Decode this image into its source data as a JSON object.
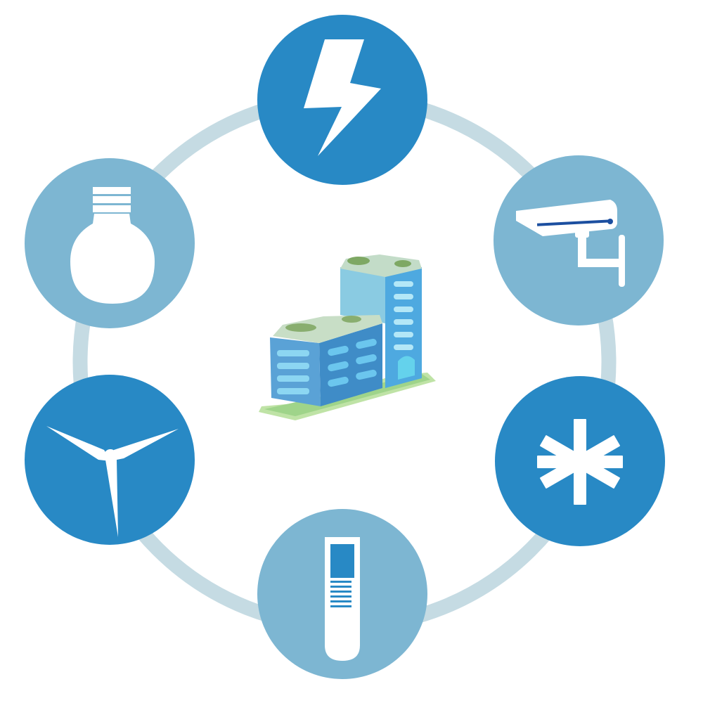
{
  "diagram": {
    "center": {
      "icon": "office-building-icon"
    },
    "nodes": [
      {
        "id": "electricity",
        "icon": "lightning-bolt-icon",
        "color": "#2889C5"
      },
      {
        "id": "security",
        "icon": "security-camera-icon",
        "color": "#7DB6D2"
      },
      {
        "id": "cooling",
        "icon": "snowflake-asterisk-icon",
        "color": "#2889C5"
      },
      {
        "id": "water",
        "icon": "test-tube-icon",
        "color": "#7DB6D2"
      },
      {
        "id": "wind",
        "icon": "wind-turbine-icon",
        "color": "#2889C5"
      },
      {
        "id": "lighting",
        "icon": "light-bulb-icon",
        "color": "#7DB6D2"
      }
    ],
    "ring_color": "#C5DBE3",
    "icon_color": "#FFFFFF"
  }
}
